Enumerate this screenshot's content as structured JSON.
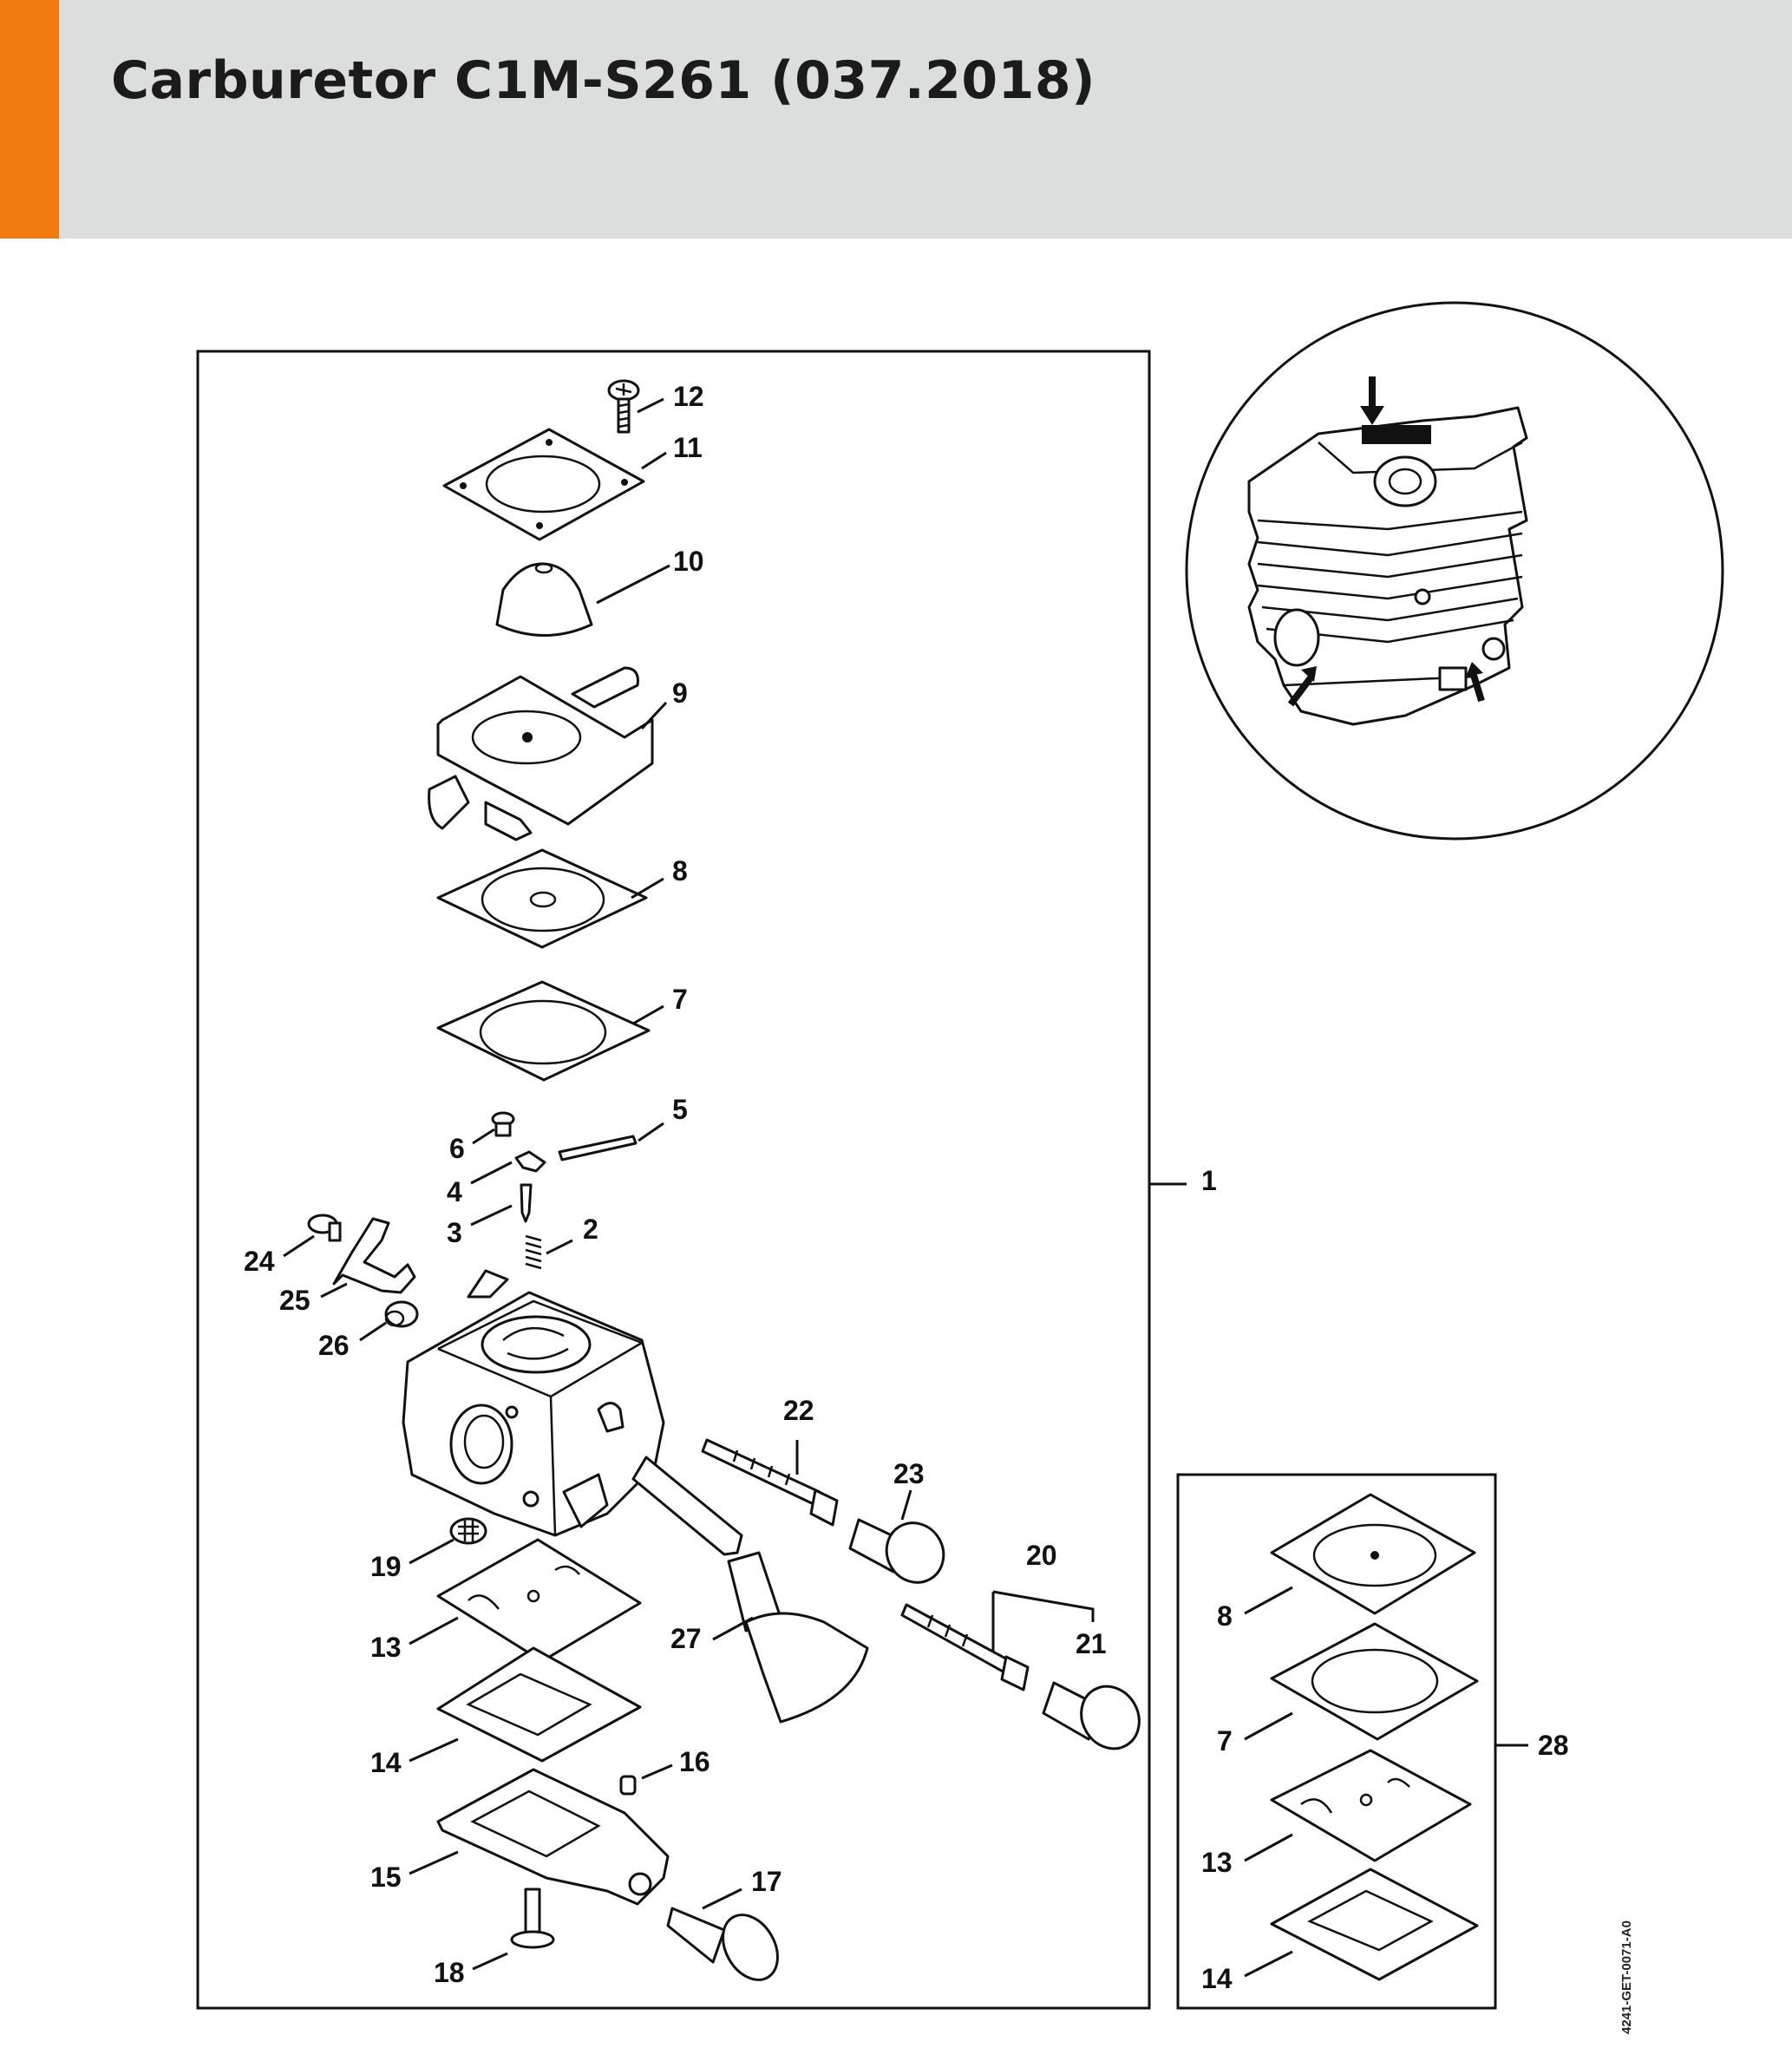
{
  "header": {
    "title": "Carburetor C1M-S261 (037.2018)",
    "accent_color": "#f37a0f",
    "background_color": "#dcdddd"
  },
  "diagram": {
    "reference_code": "4241-GET-0071-A0",
    "callouts": {
      "c1": "1",
      "c2": "2",
      "c3": "3",
      "c4": "4",
      "c5": "5",
      "c6": "6",
      "c7": "7",
      "c8": "8",
      "c9": "9",
      "c10": "10",
      "c11": "11",
      "c12": "12",
      "c13": "13",
      "c14": "14",
      "c15": "15",
      "c16": "16",
      "c17": "17",
      "c18": "18",
      "c19": "19",
      "c20": "20",
      "c21": "21",
      "c22": "22",
      "c23": "23",
      "c24": "24",
      "c25": "25",
      "c26": "26",
      "c27": "27",
      "c28": "28"
    },
    "kit_callouts": {
      "k8": "8",
      "k7": "7",
      "k13": "13",
      "k14": "14"
    }
  }
}
